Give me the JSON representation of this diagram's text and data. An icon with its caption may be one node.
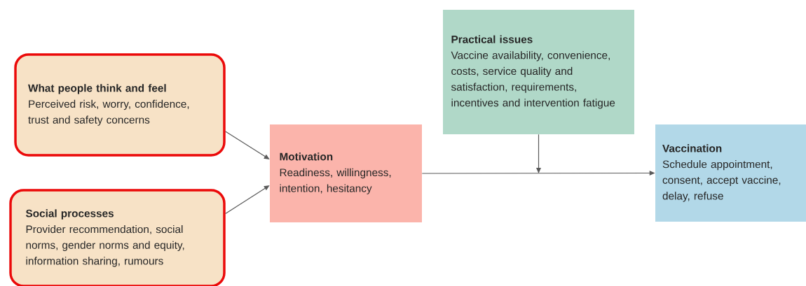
{
  "diagram": {
    "nodes": [
      {
        "text": [
          "What people think and feel",
          "Perceived risk, worry, confidence, trust and safety concerns"
        ]
      },
      {
        "text": [
          "Social processes",
          "Provider recommendation, social norms, gender norms and equity, information sharing, rumours"
        ]
      },
      {
        "text": [
          "Motivation",
          "Readiness, willingness, intention, hesitancy"
        ]
      },
      {
        "text": [
          "Practical issues",
          "Vaccine availability, convenience, costs, service quality and satisfaction, requirements, incentives and intervention fatigue"
        ]
      },
      {
        "text": [
          "Vaccination",
          "Schedule appointment, consent, accept vaccine, delay, refuse"
        ]
      }
    ],
    "edges": [
      {
        "from": 0,
        "to": 2,
        "arrow": "to"
      },
      {
        "from": 1,
        "to": 2,
        "arrow": "to"
      },
      {
        "from": 2,
        "to": 4,
        "arrow": "to"
      },
      {
        "from": 3,
        "to": null,
        "arrow": "to"
      }
    ]
  }
}
